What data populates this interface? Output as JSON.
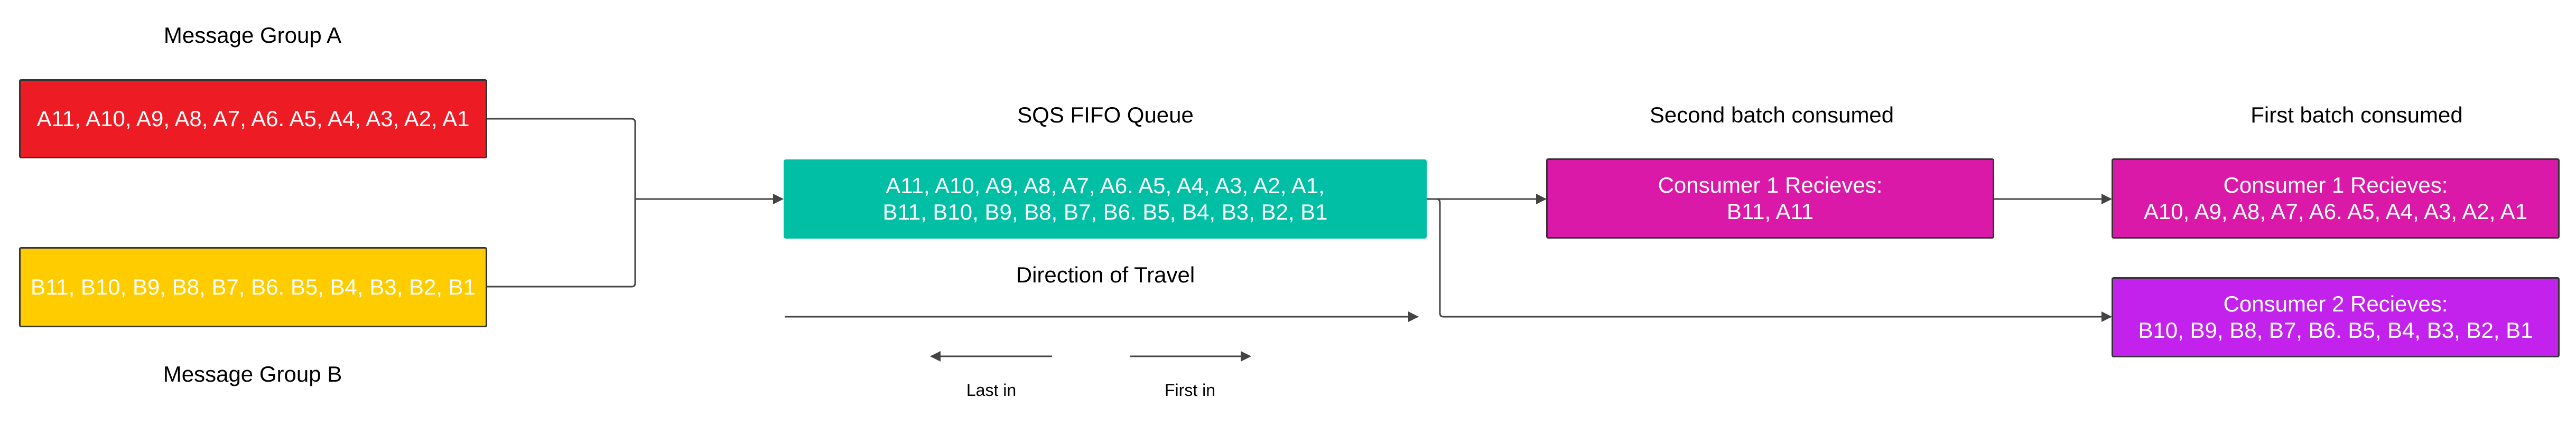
{
  "groups": {
    "a": {
      "title": "Message Group A",
      "messages": "A11, A10, A9, A8, A7, A6. A5, A4, A3, A2, A1"
    },
    "b": {
      "title": "Message Group B",
      "messages": "B11, B10, B9, B8, B7, B6. B5, B4, B3, B2, B1"
    }
  },
  "queue": {
    "title": "SQS FIFO Queue",
    "line1": "A11, A10, A9, A8, A7, A6. A5, A4, A3, A2, A1,",
    "line2": "B11, B10, B9, B8, B7, B6. B5, B4, B3, B2, B1"
  },
  "direction": {
    "title": "Direction of Travel",
    "last_in": "Last in",
    "first_in": "First in"
  },
  "batches": {
    "second": {
      "title": "Second batch consumed",
      "line1": "Consumer 1 Recieves:",
      "line2": "B11, A11"
    },
    "first": {
      "title": "First batch consumed",
      "consumer1_line1": "Consumer 1 Recieves:",
      "consumer1_line2": "A10, A9, A8, A7, A6. A5, A4, A3, A2, A1",
      "consumer2_line1": "Consumer 2 Recieves:",
      "consumer2_line2": "B10, B9, B8, B7, B6. B5, B4, B3, B2, B1"
    }
  },
  "colors": {
    "group_a": "#ED1C24",
    "group_b": "#FFCC00",
    "queue": "#00BFA5",
    "consumer1": "#DB19A9",
    "consumer2": "#C222EB",
    "line": "#444444"
  }
}
